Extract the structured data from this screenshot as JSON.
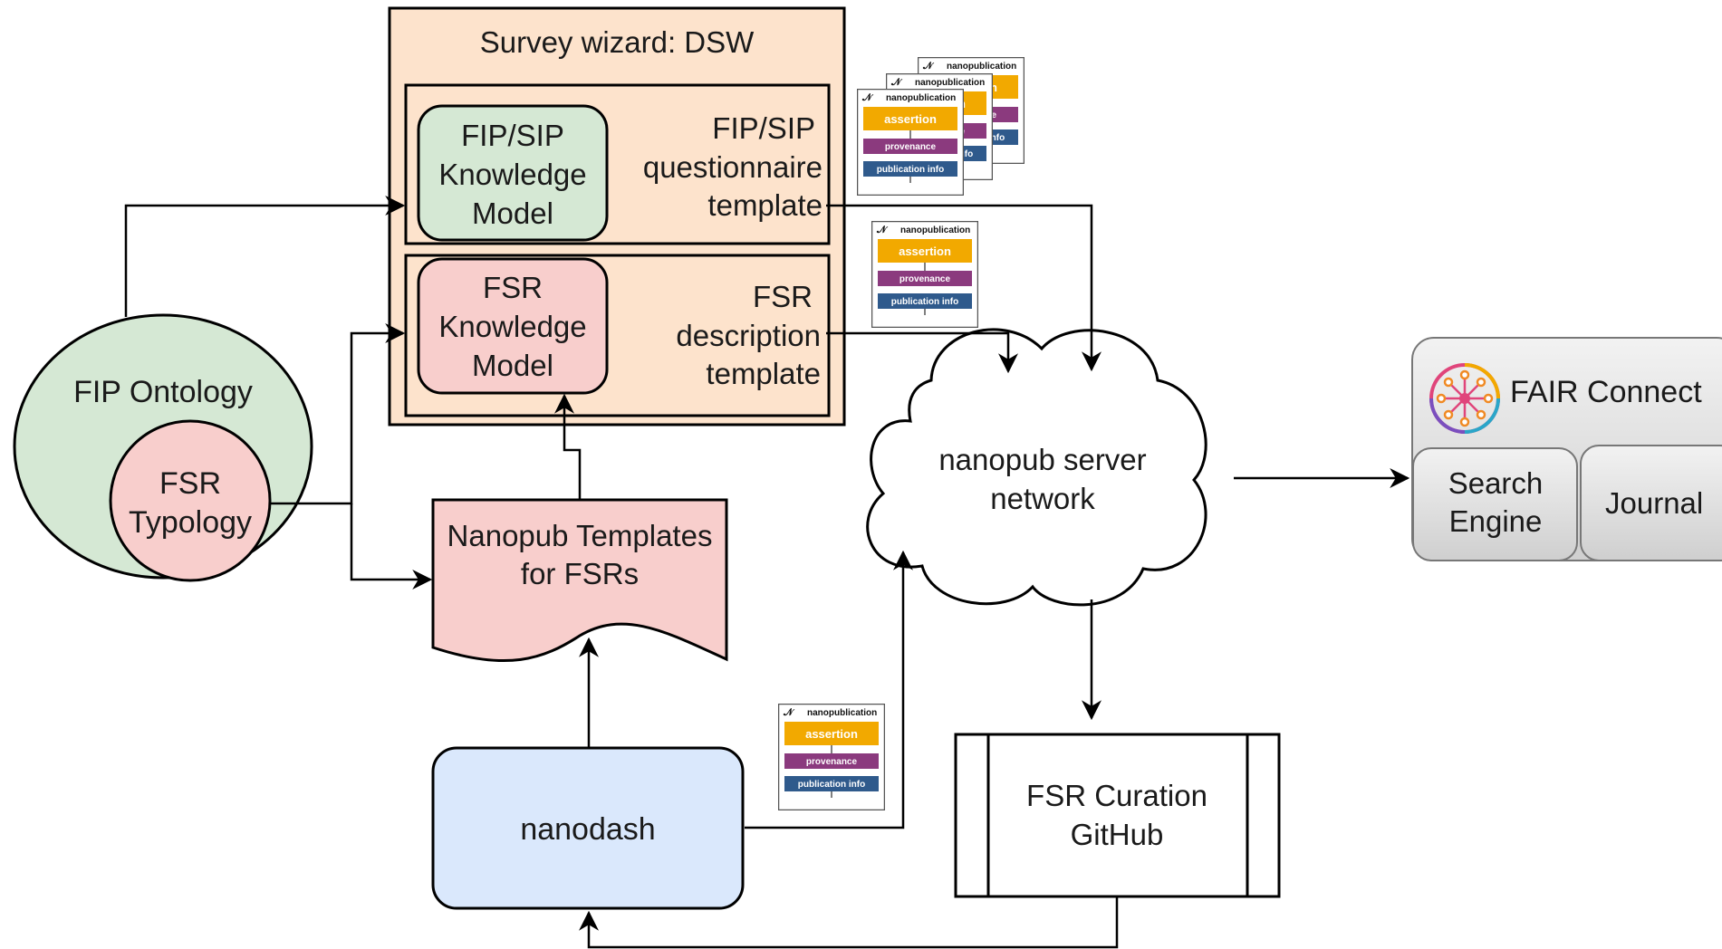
{
  "survey_wizard": {
    "title": "Survey wizard: DSW"
  },
  "fip_sip_model": {
    "lines": [
      "FIP/SIP",
      "Knowledge",
      "Model"
    ]
  },
  "fip_sip_template": {
    "lines": [
      "FIP/SIP",
      "questionnaire",
      "template"
    ]
  },
  "fsr_model": {
    "lines": [
      "FSR",
      "Knowledge",
      "Model"
    ]
  },
  "fsr_template": {
    "lines": [
      "FSR",
      "description",
      "template"
    ]
  },
  "fip_ontology": {
    "label": "FIP Ontology"
  },
  "fsr_typology": {
    "lines": [
      "FSR",
      "Typology"
    ]
  },
  "nanopub_templates": {
    "lines": [
      "Nanopub Templates",
      "for FSRs"
    ]
  },
  "nanodash": {
    "label": "nanodash"
  },
  "server_network": {
    "lines": [
      "nanopub server",
      "network"
    ]
  },
  "fsr_curation": {
    "lines": [
      "FSR Curation",
      "GitHub"
    ]
  },
  "fair_connect": {
    "title": "FAIR Connect",
    "search_engine": [
      "Search",
      "Engine"
    ],
    "journal": "Journal"
  },
  "nanopub_card": {
    "header": "nanopublication",
    "assertion": "assertion",
    "provenance": "provenance",
    "publication_info": "publication info",
    "colors": {
      "assertion": "#f2a900",
      "provenance": "#8b3a7e",
      "publication_info": "#2f5a8c"
    }
  },
  "colors": {
    "survey_bg": "#fde3cc",
    "green_fill": "#d5e8d4",
    "pink_fill": "#f8cecc",
    "blue_fill": "#dae8fc",
    "fair_gray": "#e6e6e6"
  }
}
